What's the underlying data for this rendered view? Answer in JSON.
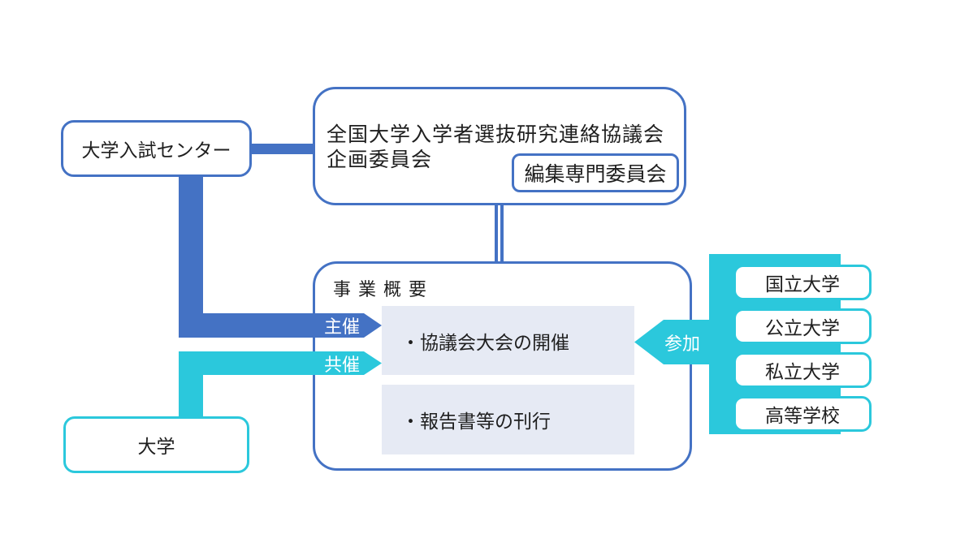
{
  "colors": {
    "blue": "#4472C4",
    "cyan": "#2BC8DC",
    "light_fill": "#E6EAF4",
    "text": "#1f1f1f"
  },
  "nodes": {
    "exam_center": {
      "label": "大学入試センター"
    },
    "council": {
      "line1": "全国大学入学者選抜研究連絡協議会",
      "line2": "企画委員会"
    },
    "editorial": {
      "label": "編集専門委員会"
    },
    "overview": {
      "title": "事業概要",
      "items": [
        {
          "label": "・協議会大会の開催"
        },
        {
          "label": "・報告書等の刊行"
        }
      ]
    },
    "university": {
      "label": "大学"
    },
    "participants": [
      {
        "label": "国立大学"
      },
      {
        "label": "公立大学"
      },
      {
        "label": "私立大学"
      },
      {
        "label": "高等学校"
      }
    ]
  },
  "arrows": {
    "host": "主催",
    "cohost": "共催",
    "participate": "参加"
  }
}
